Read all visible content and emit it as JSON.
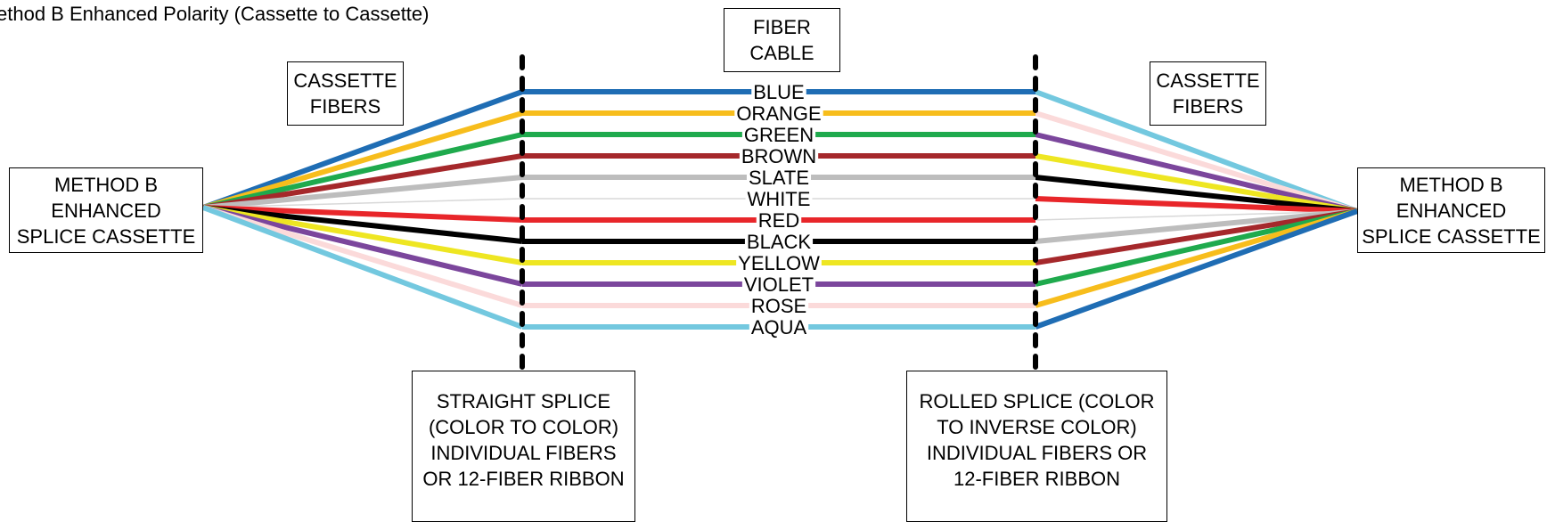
{
  "title": "ethod B Enhanced Polarity (Cassette to Cassette)",
  "boxes": {
    "fiber_cable": [
      "FIBER",
      "CABLE"
    ],
    "cassette_fibers_left": [
      "CASSETTE",
      "FIBERS"
    ],
    "cassette_fibers_right": [
      "CASSETTE",
      "FIBERS"
    ],
    "cassette_left": [
      "METHOD B",
      "ENHANCED",
      "SPLICE CASSETTE"
    ],
    "cassette_right": [
      "METHOD B",
      "ENHANCED",
      "SPLICE CASSETTE"
    ],
    "straight_splice": [
      "STRAIGHT SPLICE",
      "(COLOR TO COLOR)",
      "INDIVIDUAL FIBERS",
      "OR 12-FIBER RIBBON"
    ],
    "rolled_splice": [
      "ROLLED SPLICE (COLOR",
      "TO INVERSE COLOR)",
      "INDIVIDUAL FIBERS OR",
      "12-FIBER RIBBON"
    ]
  },
  "fibers": [
    {
      "name": "BLUE",
      "color": "#1f6db4"
    },
    {
      "name": "ORANGE",
      "color": "#f7bd1c"
    },
    {
      "name": "GREEN",
      "color": "#1faa4d"
    },
    {
      "name": "BROWN",
      "color": "#a5282b"
    },
    {
      "name": "SLATE",
      "color": "#bdbdbd"
    },
    {
      "name": "WHITE",
      "color": "#d8d8d8"
    },
    {
      "name": "RED",
      "color": "#e8262a"
    },
    {
      "name": "BLACK",
      "color": "#000000"
    },
    {
      "name": "YELLOW",
      "color": "#eee622"
    },
    {
      "name": "VIOLET",
      "color": "#7b469c"
    },
    {
      "name": "ROSE",
      "color": "#fbdada"
    },
    {
      "name": "AQUA",
      "color": "#73c8df"
    }
  ],
  "rolled_order": [
    "AQUA",
    "ROSE",
    "VIOLET",
    "YELLOW",
    "BLACK",
    "RED",
    "WHITE",
    "SLATE",
    "BROWN",
    "GREEN",
    "ORANGE",
    "BLUE"
  ]
}
